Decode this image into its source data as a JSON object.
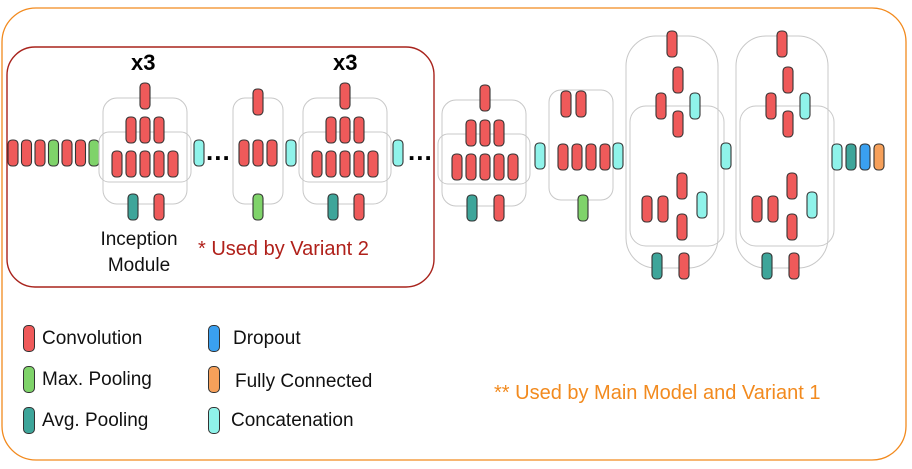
{
  "colors": {
    "conv": "#ef5a5a",
    "maxpool": "#7fd36a",
    "avgpool": "#3ea59a",
    "concat": "#8ff3ea",
    "dropout": "#3aa0f0",
    "fc": "#f6a05a",
    "outer_border": "#f28a1e",
    "variant2_border": "#a8231c",
    "group_border": "#c8c8c8"
  },
  "labels": {
    "x3_first": "x3",
    "x3_second": "x3",
    "ellipsis": "...",
    "inception_module_line1": "Inception",
    "inception_module_line2": "Module",
    "used_by_variant2": "* Used by Variant 2",
    "used_by_main": "** Used by Main Model and Variant 1"
  },
  "legend": [
    {
      "label": "Convolution",
      "icon": "convolution-block",
      "color": "#ef5a5a"
    },
    {
      "label": "Max. Pooling",
      "icon": "max-pooling-block",
      "color": "#7fd36a"
    },
    {
      "label": "Avg. Pooling",
      "icon": "avg-pooling-block",
      "color": "#3ea59a"
    },
    {
      "label": "Dropout",
      "icon": "dropout-block",
      "color": "#3aa0f0"
    },
    {
      "label": "Fully Connected",
      "icon": "fully-connected-block",
      "color": "#f6a05a"
    },
    {
      "label": "Concatenation",
      "icon": "concatenation-block",
      "color": "#8ff3ea"
    }
  ]
}
